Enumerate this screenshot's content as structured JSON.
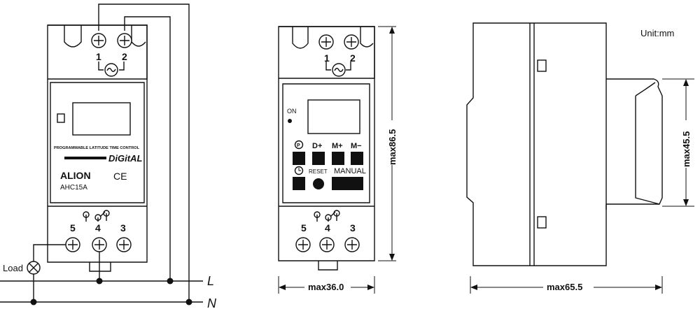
{
  "wiring_view": {
    "top_terminals": [
      "1",
      "2"
    ],
    "bottom_terminals": [
      "5",
      "4",
      "3"
    ],
    "panel_title": "PROGRAMMABLE LATITUDE TIME CONTROL",
    "logo_text": "DiGitAL",
    "brand": "ALION",
    "mark": "CE",
    "model": "AHC15A",
    "load_label": "Load",
    "line_label": "L",
    "neutral_label": "N"
  },
  "front_view": {
    "top_terminals": [
      "1",
      "2"
    ],
    "bottom_terminals": [
      "5",
      "4",
      "3"
    ],
    "on_label": "ON",
    "key_labels": [
      "D+",
      "M+",
      "M−"
    ],
    "reset_label": "RESET",
    "manual_label": "MANUAL",
    "height_dim": "max86.5",
    "width_dim": "max36.0"
  },
  "side_view": {
    "unit_label": "Unit:mm",
    "depth_dim": "max65.5",
    "height_dim": "max45.5"
  }
}
